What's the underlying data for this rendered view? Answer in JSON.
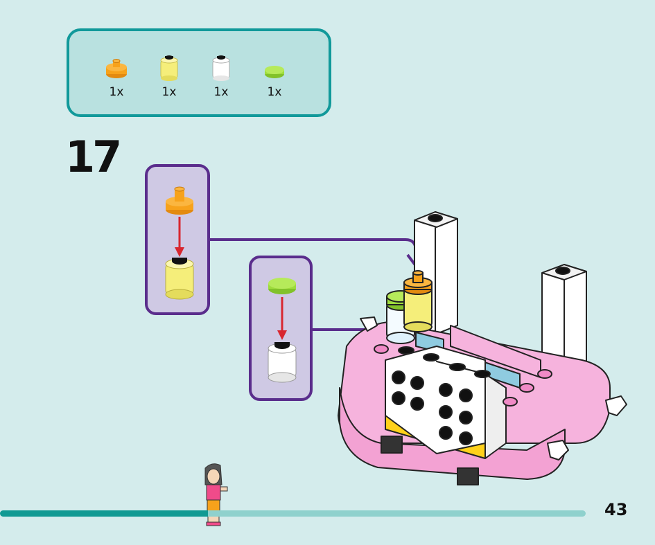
{
  "parts_list": [
    {
      "name": "orange-round-plate-with-hole",
      "qty": "1x",
      "color": "#f7a21b"
    },
    {
      "name": "trans-yellow-round-brick",
      "qty": "1x",
      "color": "#f7f08a"
    },
    {
      "name": "trans-clear-round-brick",
      "qty": "1x",
      "color": "#ffffff"
    },
    {
      "name": "lime-round-tile",
      "qty": "1x",
      "color": "#9edc3c"
    }
  ],
  "step": {
    "number": "17"
  },
  "page": {
    "number": "43"
  },
  "progress": {
    "fraction": 0.355
  },
  "icons": [
    "minifigure-icon",
    "arrow-icon"
  ],
  "colors": {
    "background": "#d4ecec",
    "parts_box_border": "#11999a",
    "subassembly_border": "#5a2d8c",
    "pink_body": "#f6b3dd",
    "arrow_red": "#d8262f"
  }
}
